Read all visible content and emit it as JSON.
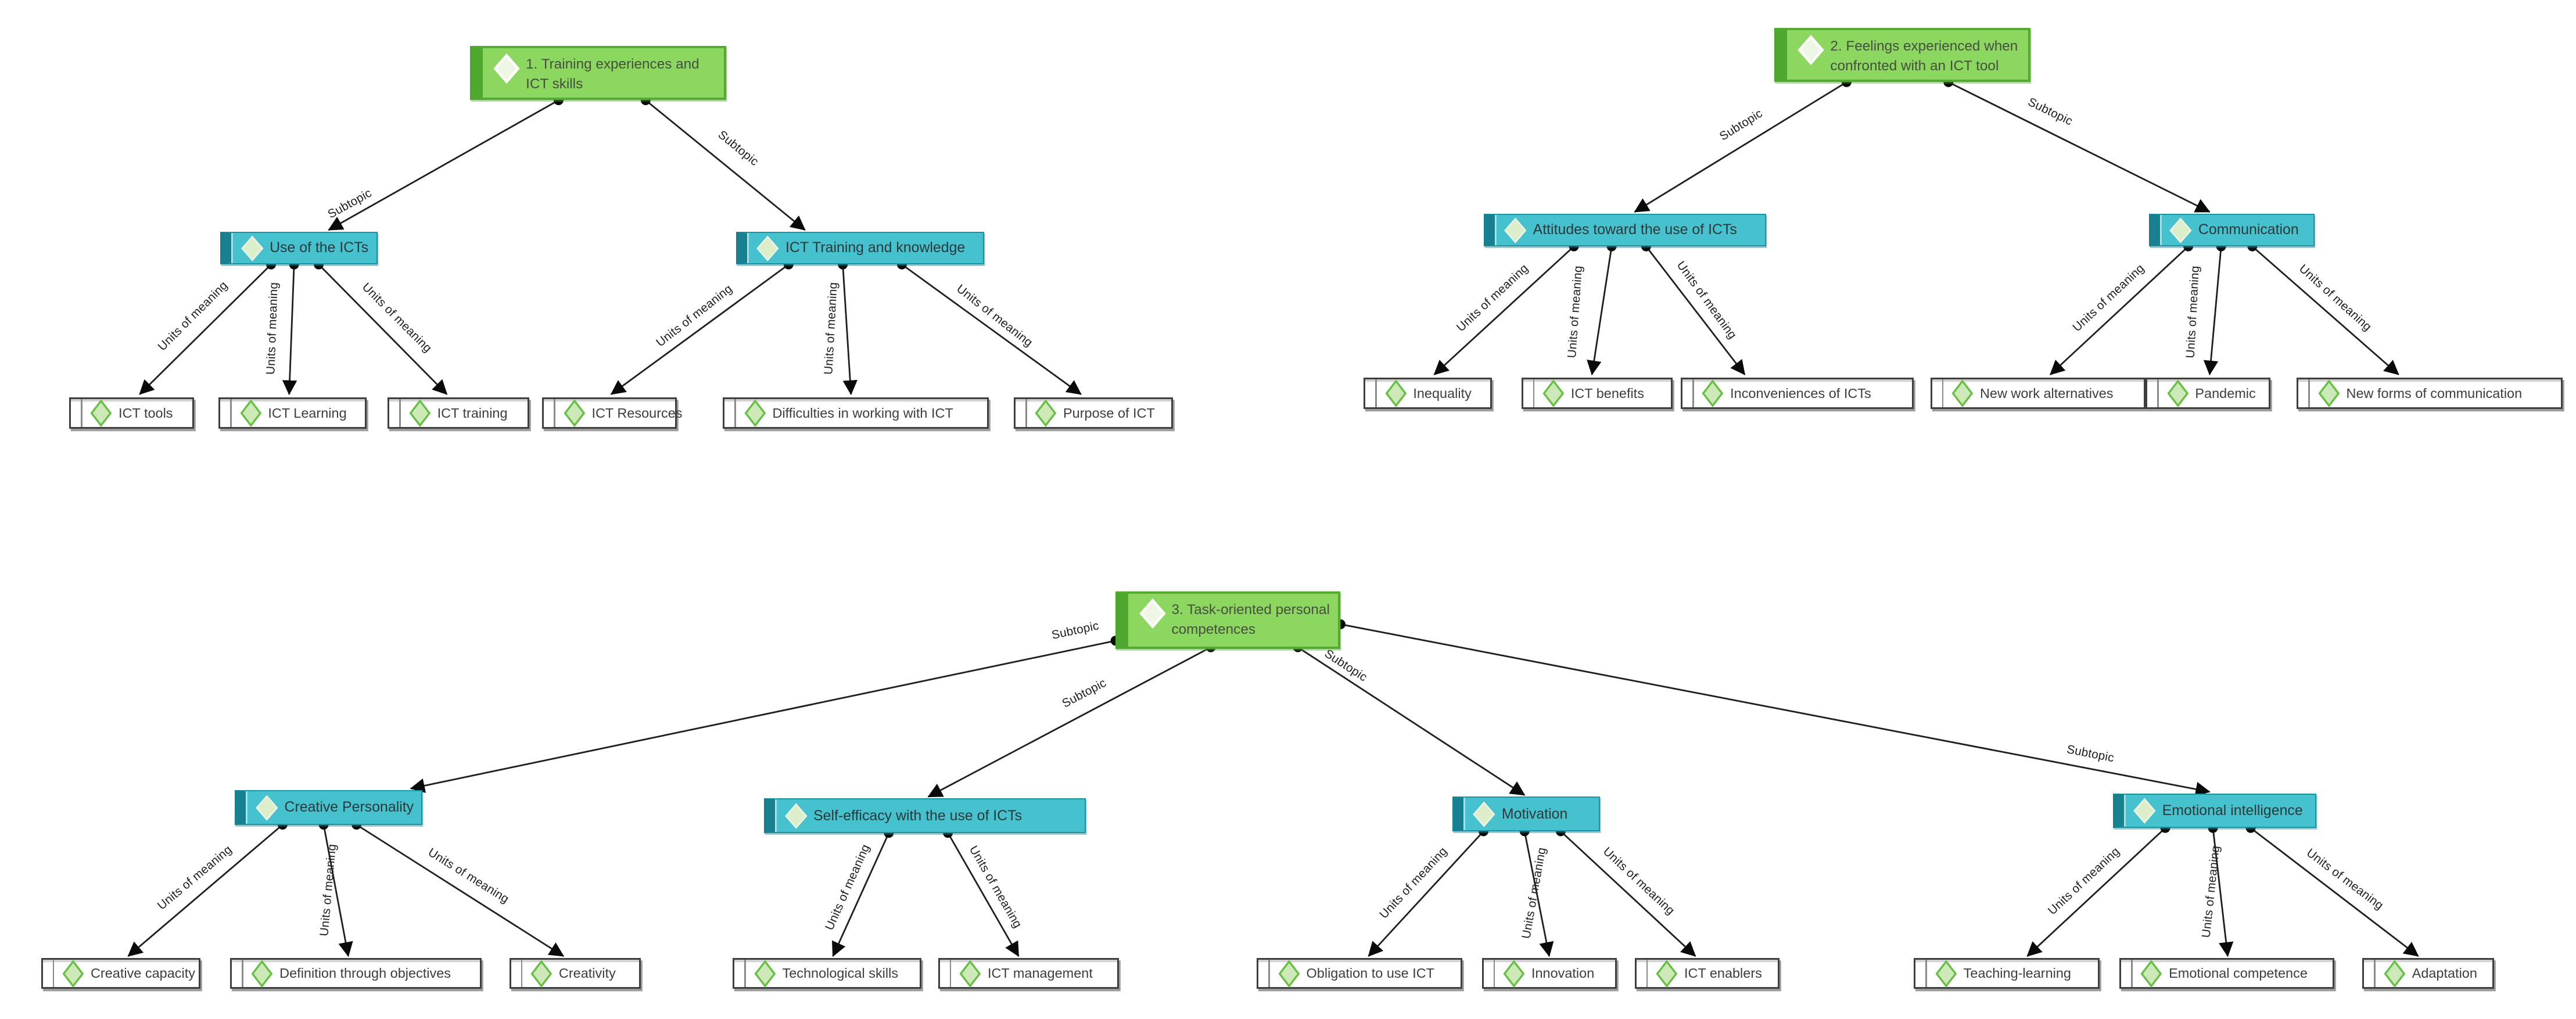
{
  "diagram": {
    "edge_labels": {
      "subtopic": "Subtopic",
      "units": "Units of meaning"
    },
    "colors": {
      "background": "#ffffff",
      "topic_fill": "#8cd75f",
      "topic_accent": "#4ea72e",
      "category_fill": "#45c2ce",
      "category_accent": "#17818f",
      "unit_fill": "#ffffff",
      "diamond_green": "#67bf45",
      "edge_color": "#1f1f1f"
    },
    "trees": [
      {
        "topic": "1. Training experiences and ICT skills",
        "categories": [
          {
            "label": "Use of the ICTs",
            "units": [
              "ICT tools",
              "ICT Learning",
              "ICT training"
            ]
          },
          {
            "label": "ICT Training and knowledge",
            "units": [
              "ICT Resources",
              "Difficulties in working with ICT",
              "Purpose of ICT"
            ]
          }
        ]
      },
      {
        "topic": "2. Feelings experienced when confronted with an ICT tool",
        "categories": [
          {
            "label": "Attitudes toward the use of ICTs",
            "units": [
              "Inequality",
              "ICT benefits",
              "Inconveniences of ICTs"
            ]
          },
          {
            "label": "Communication",
            "units": [
              "New work alternatives",
              "Pandemic",
              "New forms of communication"
            ]
          }
        ]
      },
      {
        "topic": "3. Task-oriented personal competences",
        "categories": [
          {
            "label": "Creative Personality",
            "units": [
              "Creative capacity",
              "Definition through objectives",
              "Creativity"
            ]
          },
          {
            "label": "Self-efficacy with the use of ICTs",
            "units": [
              "Technological skills",
              "ICT management"
            ]
          },
          {
            "label": "Motivation",
            "units": [
              "Obligation to use ICT",
              "Innovation",
              "ICT enablers"
            ]
          },
          {
            "label": "Emotional intelligence",
            "units": [
              "Teaching-learning",
              "Emotional competence",
              "Adaptation"
            ]
          }
        ]
      }
    ]
  }
}
